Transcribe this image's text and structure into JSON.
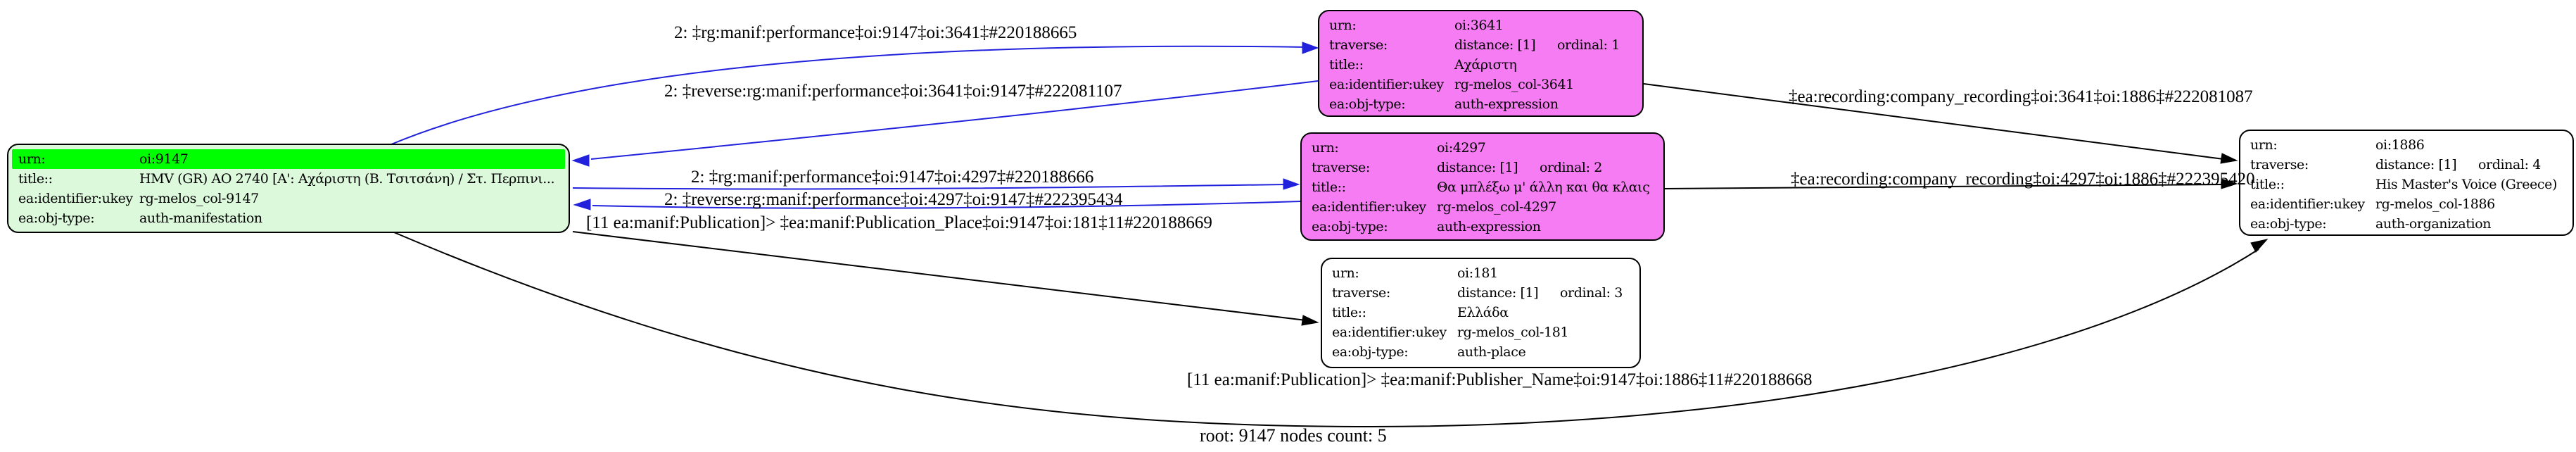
{
  "graph": {
    "footer": "root: 9147 nodes count: 5"
  },
  "colors": {
    "manifestation_fill": "#dcf9dc",
    "urn_highlight": "#00ff00",
    "expression_fill": "#f57cf2",
    "plain_fill": "#ffffff",
    "performance_edge_blue": "#2222dd",
    "default_edge_black": "#000000",
    "node_border": "#000000"
  },
  "nodes": {
    "manifestation_9147": {
      "rows": [
        {
          "label": "urn:",
          "value": "oi:9147"
        },
        {
          "label": "title::",
          "value": "HMV (GR) AO 2740 [Α': Αχάριστη (Β. Τσιτσάνη) / Στ. Περπινι..."
        },
        {
          "label": "ea:identifier:ukey",
          "value": "rg-melos_col-9147"
        },
        {
          "label": "ea:obj-type:",
          "value": "auth-manifestation"
        }
      ]
    },
    "expression_3641": {
      "rows": [
        {
          "label": "urn:",
          "value": "oi:3641"
        },
        {
          "label": "traverse:",
          "value": "distance: [1]",
          "value2": "ordinal: 1"
        },
        {
          "label": "title::",
          "value": "Αχάριστη"
        },
        {
          "label": "ea:identifier:ukey",
          "value": "rg-melos_col-3641"
        },
        {
          "label": "ea:obj-type:",
          "value": "auth-expression"
        }
      ]
    },
    "expression_4297": {
      "rows": [
        {
          "label": "urn:",
          "value": "oi:4297"
        },
        {
          "label": "traverse:",
          "value": "distance: [1]",
          "value2": "ordinal: 2"
        },
        {
          "label": "title::",
          "value": "Θα μπλέξω μ' άλλη και θα κλαις"
        },
        {
          "label": "ea:identifier:ukey",
          "value": "rg-melos_col-4297"
        },
        {
          "label": "ea:obj-type:",
          "value": "auth-expression"
        }
      ]
    },
    "place_181": {
      "rows": [
        {
          "label": "urn:",
          "value": "oi:181"
        },
        {
          "label": "traverse:",
          "value": "distance: [1]",
          "value2": "ordinal: 3"
        },
        {
          "label": "title::",
          "value": "Ελλάδα"
        },
        {
          "label": "ea:identifier:ukey",
          "value": "rg-melos_col-181"
        },
        {
          "label": "ea:obj-type:",
          "value": "auth-place"
        }
      ]
    },
    "organization_1886": {
      "rows": [
        {
          "label": "urn:",
          "value": "oi:1886"
        },
        {
          "label": "traverse:",
          "value": "distance: [1]",
          "value2": "ordinal: 4"
        },
        {
          "label": "title::",
          "value": "His Master's Voice (Greece)"
        },
        {
          "label": "ea:identifier:ukey",
          "value": "rg-melos_col-1886"
        },
        {
          "label": "ea:obj-type:",
          "value": "auth-organization"
        }
      ]
    }
  },
  "edges": {
    "perf_3641": {
      "label": "2: ‡rg:manif:performance‡oi:9147‡oi:3641‡#220188665"
    },
    "perf_3641_rev": {
      "label": "2: ‡reverse:rg:manif:performance‡oi:3641‡oi:9147‡#222081107"
    },
    "perf_4297": {
      "label": "2: ‡rg:manif:performance‡oi:9147‡oi:4297‡#220188666"
    },
    "perf_4297_rev": {
      "label": "2: ‡reverse:rg:manif:performance‡oi:4297‡oi:9147‡#222395434"
    },
    "publication_place": {
      "label": "[11 ea:manif:Publication]> ‡ea:manif:Publication_Place‡oi:9147‡oi:181‡11#220188669"
    },
    "company_recording_3641": {
      "label": "‡ea:recording:company_recording‡oi:3641‡oi:1886‡#222081087"
    },
    "company_recording_4297": {
      "label": "‡ea:recording:company_recording‡oi:4297‡oi:1886‡#222395420"
    },
    "publisher_name": {
      "label": "[11 ea:manif:Publication]> ‡ea:manif:Publisher_Name‡oi:9147‡oi:1886‡11#220188668"
    }
  }
}
